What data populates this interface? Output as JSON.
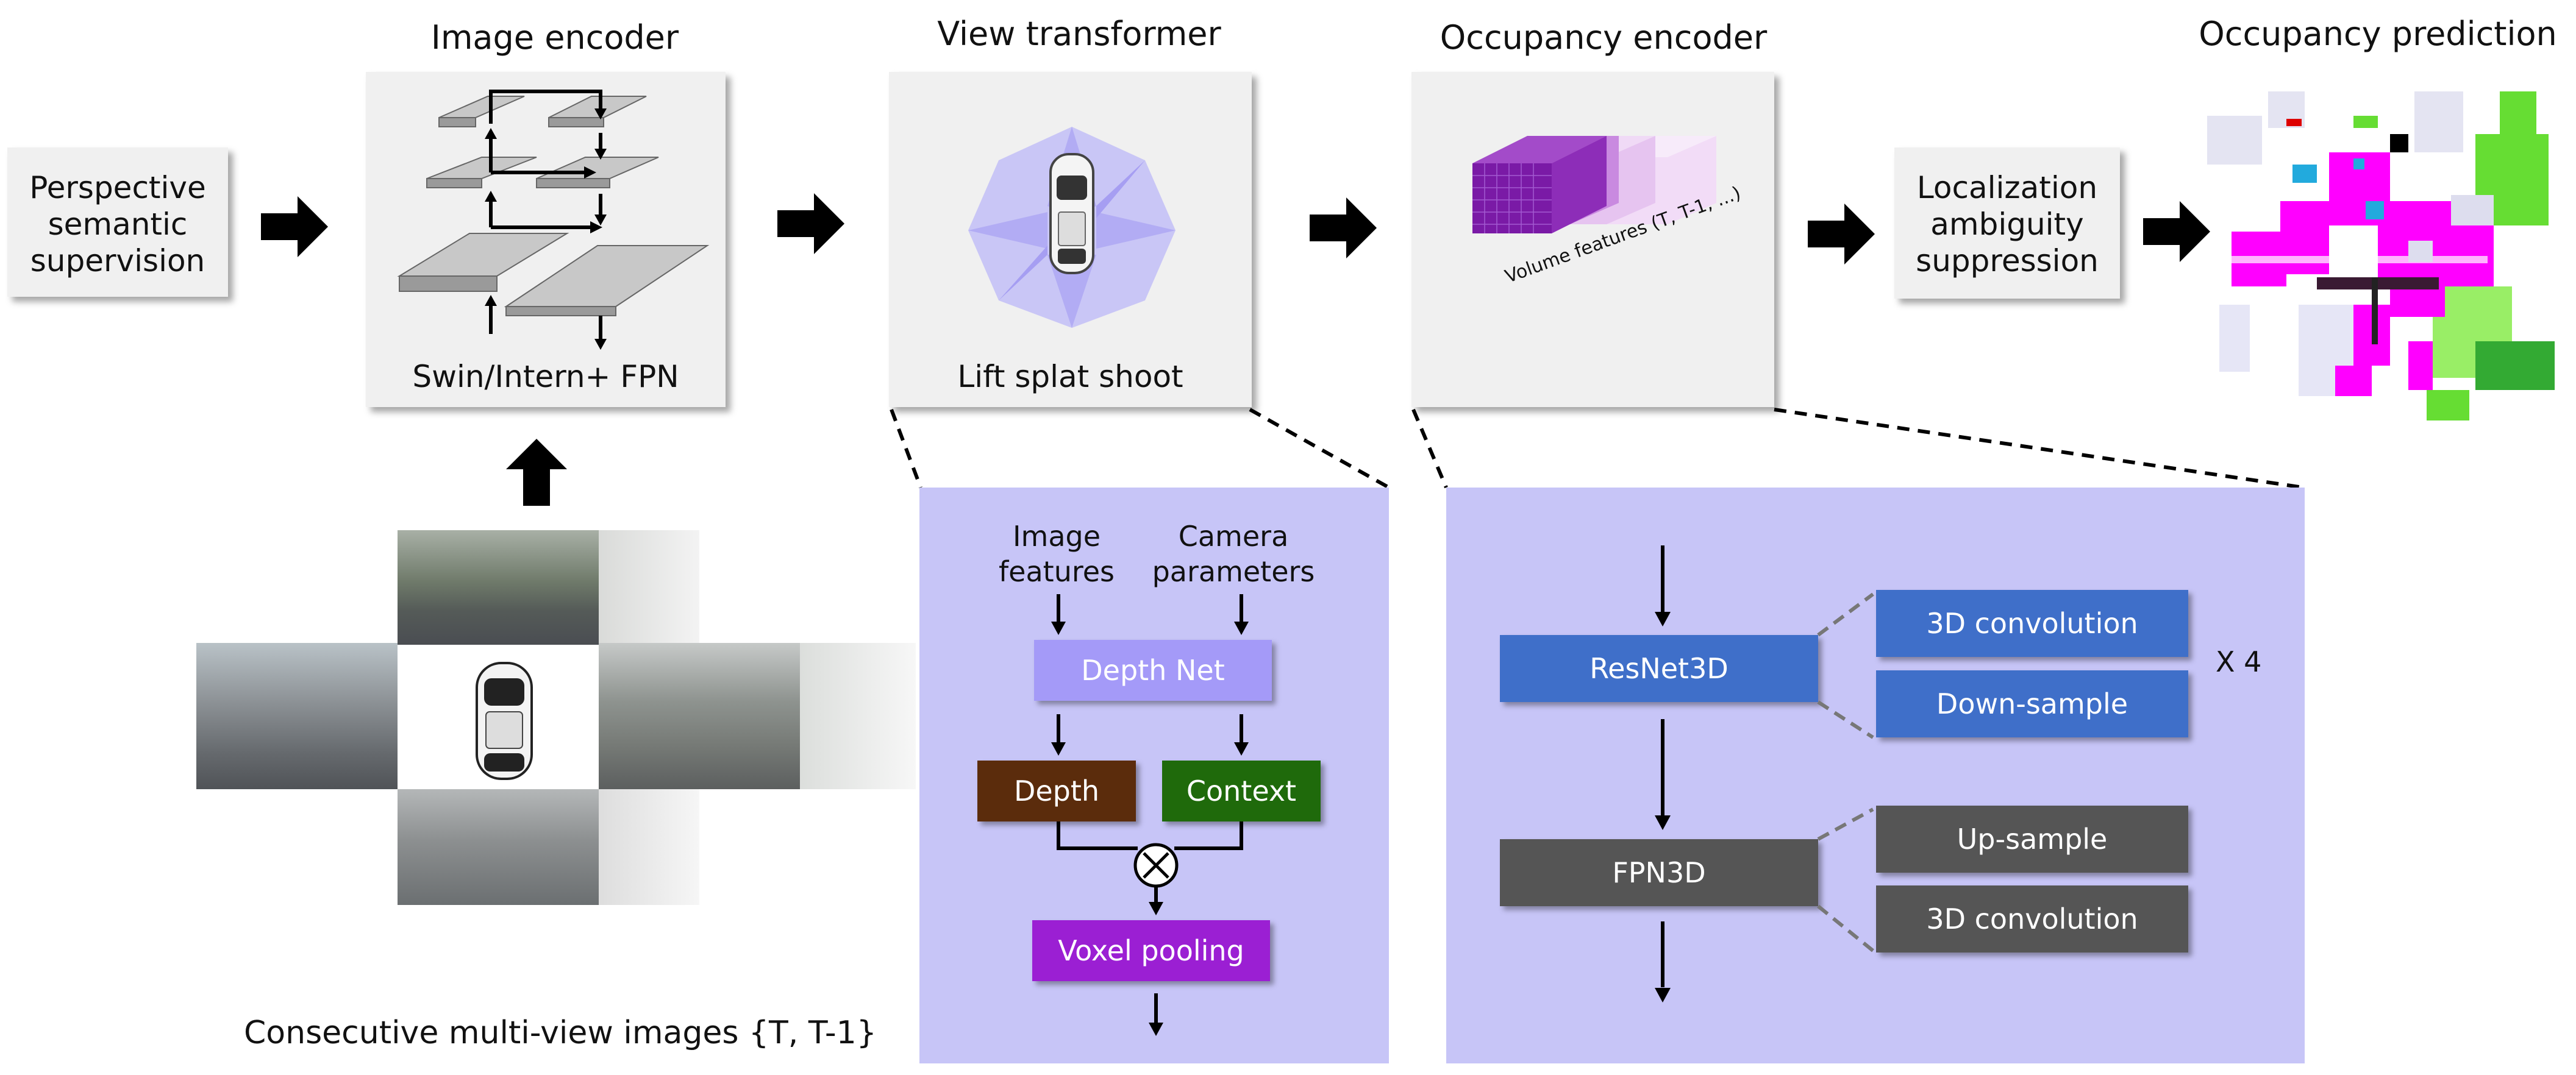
{
  "titles": {
    "image_encoder": "Image encoder",
    "view_transformer": "View transformer",
    "occupancy_encoder": "Occupancy encoder",
    "occupancy_prediction": "Occupancy prediction"
  },
  "perspective": {
    "label": "Perspective\nsemantic\nsupervision"
  },
  "image_encoder": {
    "caption": "Swin/Intern+ FPN"
  },
  "view_transformer": {
    "caption": "Lift splat shoot"
  },
  "occupancy_encoder": {
    "volume_label": "Volume features (T, T-1, ...)"
  },
  "localization": {
    "label": "Localization\nambiguity\nsuppression"
  },
  "multiview": {
    "caption": "Consecutive multi-view images {T, T-1}"
  },
  "lss_detail": {
    "image_features": "Image\nfeatures",
    "camera_parameters": "Camera\nparameters",
    "depth_net": "Depth Net",
    "depth": "Depth",
    "context": "Context",
    "voxel_pooling": "Voxel pooling"
  },
  "occ_detail": {
    "resnet3d": "ResNet3D",
    "conv3d_a": "3D convolution",
    "downsample": "Down-sample",
    "repeat": "X 4",
    "fpn3d": "FPN3D",
    "upsample": "Up-sample",
    "conv3d_b": "3D convolution"
  },
  "colors": {
    "panel": "#c7c5f7",
    "depth_net": "#a49af8",
    "depth": "#5b2c0c",
    "context": "#1f6a0b",
    "voxel": "#9b1fd3",
    "resnet": "#3f6fc9",
    "fpn": "#555555",
    "occ_magenta": "#ff00ff",
    "occ_green": "#66dd33"
  }
}
